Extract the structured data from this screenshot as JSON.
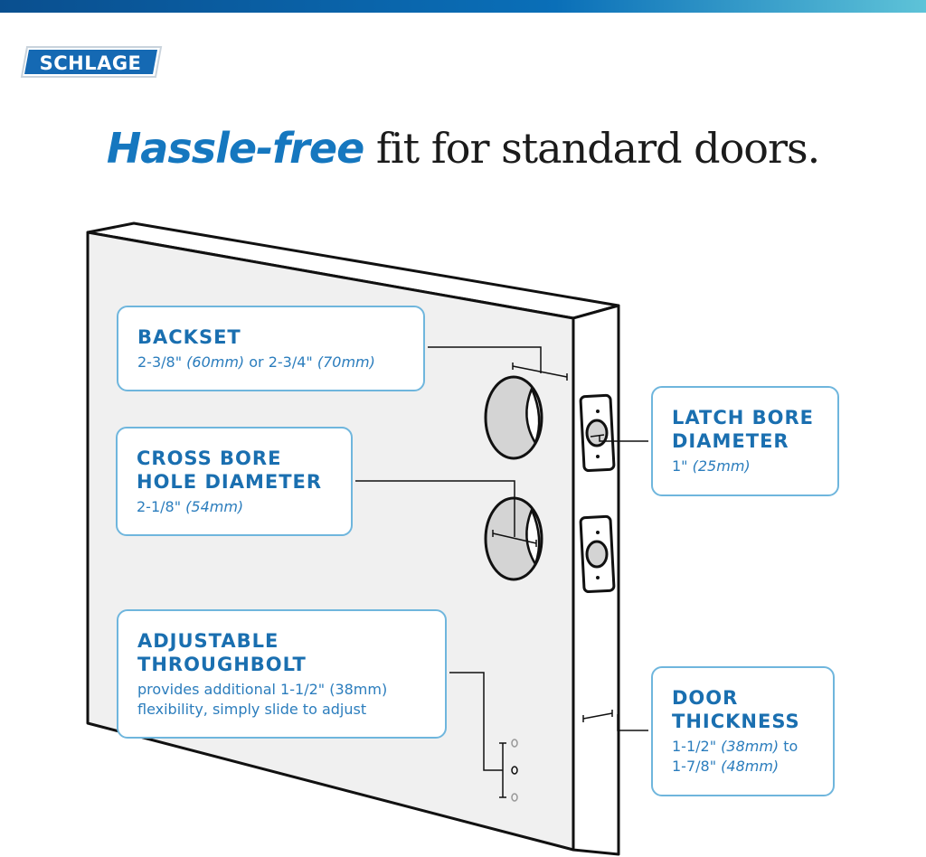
{
  "brand": {
    "logo_text": "SCHLAGE",
    "colors": {
      "blue": "#1577bf",
      "dark_blue": "#0a4f8f",
      "callout_border": "#6fb6dd"
    }
  },
  "headline": {
    "emphasis": "Hassle-free",
    "rest": " fit for standard doors."
  },
  "callouts": {
    "backset": {
      "title": "BACKSET",
      "value": "2-3/8\"",
      "value_mm": " (60mm)",
      "sep": " or ",
      "value2": "2-3/4\"",
      "value2_mm": " (70mm)"
    },
    "cross_bore": {
      "title": "CROSS BORE\nHOLE DIAMETER",
      "value": "2-1/8\"",
      "value_mm": " (54mm)"
    },
    "throughbolt": {
      "title": "ADJUSTABLE\nTHROUGHBOLT",
      "text": "provides additional 1-1/2\" (38mm)\nflexibility, simply slide to adjust"
    },
    "latch_bore": {
      "title": "LATCH BORE\nDIAMETER",
      "value": "1\"",
      "value_mm": " (25mm)"
    },
    "door_thickness": {
      "title": "DOOR\nTHICKNESS",
      "value": "1-1/2\"",
      "value_mm": " (38mm)",
      "sep": " to",
      "value2": "1-7/8\"",
      "value2_mm": " (48mm)"
    }
  }
}
